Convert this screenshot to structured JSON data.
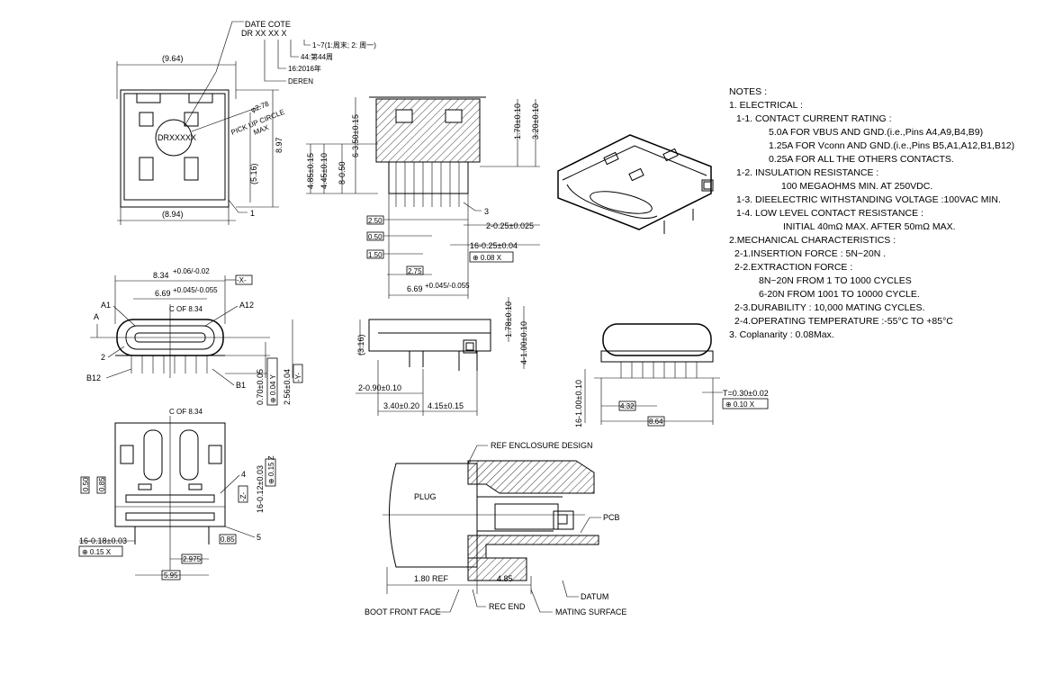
{
  "date_code": {
    "title": "DATE COTE",
    "format": "DR  XX  XX  X",
    "legend": [
      "1~7(1:周末; 2: 周一)",
      "44:第44周",
      "16:2016年",
      "DEREN"
    ]
  },
  "top_view": {
    "dim_width_top": "(9.64)",
    "dim_width_bottom": "(8.94)",
    "dim_height_inner": "(5.16)",
    "dim_height": "8.97",
    "marking": "DRXXXXX",
    "pick_label_1": "PICK UP CIRCLE",
    "pick_label_2": "MAX",
    "pick_dia": "φ2.78",
    "callout_1": "1"
  },
  "side_section": {
    "dim_v1": "6-3.50±0.15",
    "dim_v2": "4.85±0.15",
    "dim_v3": "4.45±0.10",
    "dim_v4": "8-0.50",
    "dim_v5": "1.70±0.10",
    "dim_v6": "3.20±0.10",
    "callout_3": "3",
    "box_250": "2.50",
    "box_050": "0.50",
    "box_150": "1.50",
    "box_275": "2.75",
    "dim_pitch": "2-0.25±0.025",
    "dim_pins": "16-0.25±0.04",
    "tol_pins": "⊕ 0.08 X",
    "dim_bottom": "6.69",
    "dim_bottom_tol": "+0.045/-0.055"
  },
  "front_view": {
    "dim_top": "8.34",
    "dim_top_tol": "+0.06/-0.02",
    "datum_x": "-X-",
    "dim_inner": "6.69",
    "dim_inner_tol": "+0.045/-0.055",
    "center_label": "C OF 8.34",
    "label_a1": "A1",
    "label_a12": "A12",
    "label_a": "A",
    "label_b12": "B12",
    "label_b1": "B1",
    "callout_2": "2",
    "dim_h1": "0.70±0.05",
    "tol_h1": "⊕ 0.04 Y",
    "dim_h2": "2.56±0.04",
    "datum_y": "-Y-"
  },
  "bottom_view": {
    "center_label": "C OF 8.34",
    "box_050": "0.50",
    "box_085": "0.85",
    "callout_4": "4",
    "callout_5": "5",
    "dim_pins_v": "16-0.12±0.03",
    "tol_pins_v": "⊕ 0.15 Z",
    "datum_z": "-Z-",
    "dim_pins_h": "16-0.18±0.03",
    "tol_pins_h": "⊕ 0.15 X",
    "box_2975": "2.975",
    "box_595": "5.95",
    "box_085b": "0.85"
  },
  "side_view": {
    "dim_316": "(3.16)",
    "dim_178": "1.78±0.10",
    "dim_4_100": "4-1.00±0.10",
    "dim_2_090": "2-0.90±0.10",
    "dim_340": "3.40±0.20",
    "dim_415": "4.15±0.15"
  },
  "rear_view": {
    "dim_16_100": "16-1.00±0.10",
    "box_432": "4.32",
    "box_864": "8.64",
    "dim_t": "T=0.30±0.02",
    "tol_t": "⊕ 0.10 X"
  },
  "mating": {
    "ref_enclosure": "REF ENCLOSURE DESIGN",
    "plug": "PLUG",
    "pcb": "PCB",
    "dim_180": "1.80 REF",
    "dim_485": "4.85",
    "datum": "DATUM",
    "boot_front": "BOOT FRONT FACE",
    "rec_end": "REC END",
    "mating_surface": "MATING SURFACE"
  },
  "notes": {
    "title": "NOTES :",
    "lines": [
      "1. ELECTRICAL :",
      "1-1. CONTACT CURRENT RATING :",
      "5.0A FOR VBUS AND GND.(i.e.,Pins A4,A9,B4,B9)",
      "1.25A FOR Vconn AND GND.(i.e.,Pins B5,A1,A12,B1,B12)",
      "0.25A FOR ALL THE OTHERS CONTACTS.",
      "1-2. INSULATION RESISTANCE :",
      "100 MEGAOHMS MIN. AT 250VDC.",
      "1-3. DIEELECTRIC WITHSTANDING VOLTAGE :100VAC MIN.",
      "1-4. LOW LEVEL CONTACT RESISTANCE :",
      "INITIAL 40mΩ MAX. AFTER 50mΩ MAX.",
      "2.MECHANICAL CHARACTERISTICS :",
      "2-1.INSERTION FORCE : 5N~20N .",
      "2-2.EXTRACTION FORCE :",
      "8N~20N FROM 1 TO 1000 CYCLES",
      "6-20N FROM 1001 TO 10000 CYCLE.",
      "2-3.DURABILITY :  10,000 MATING CYCLES.",
      "2-4.OPERATING TEMPERATURE :-55°C TO +85°C",
      "3. Coplanarity : 0.08Max."
    ]
  }
}
